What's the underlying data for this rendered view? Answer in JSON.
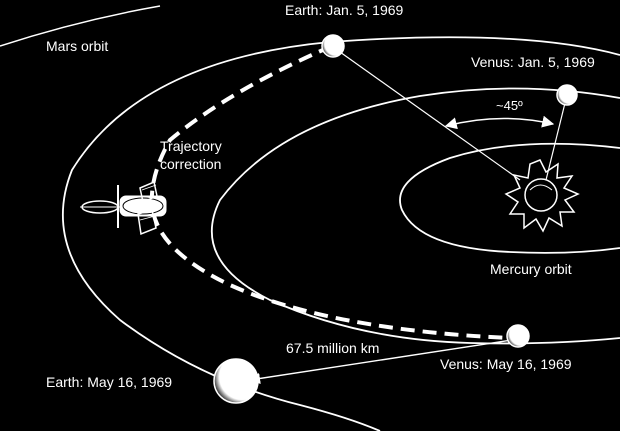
{
  "labels": {
    "mars_orbit": "Mars orbit",
    "earth_jan": "Earth: Jan. 5, 1969",
    "venus_jan": "Venus: Jan. 5, 1969",
    "angle": "~45º",
    "trajectory_correction_line1": "Trajectory",
    "trajectory_correction_line2": "correction",
    "mercury_orbit": "Mercury orbit",
    "distance": "67.5 million km",
    "venus_may": "Venus: May 16, 1969",
    "earth_may": "Earth: May 16, 1969"
  },
  "colors": {
    "background": "#000000",
    "ink": "#ffffff"
  }
}
